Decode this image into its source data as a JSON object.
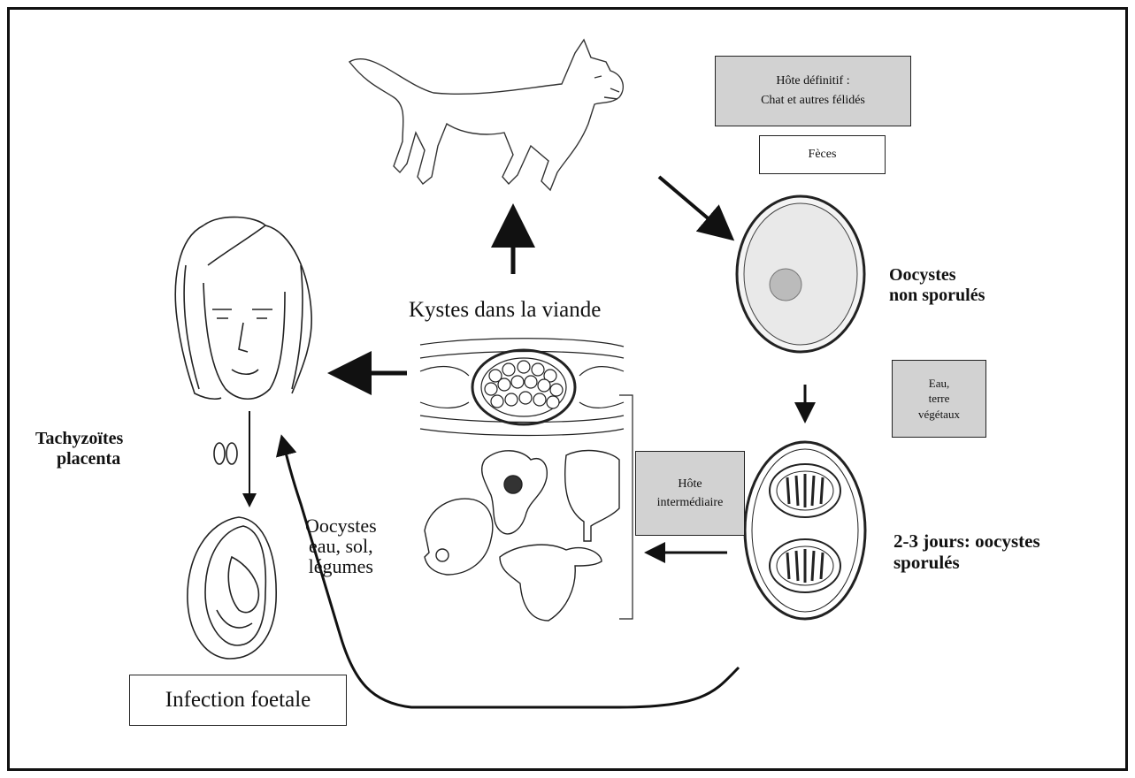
{
  "labels": {
    "hote_definitif": "Hôte définitif :",
    "chat_felides": "Chat et autres félidés",
    "feces": "Fèces",
    "oocystes_non_sporules_1": "Oocystes",
    "oocystes_non_sporules_2": "non sporulés",
    "eau": "Eau,",
    "terre": "terre",
    "vegetaux": "végétaux",
    "hote_intermediaire_1": "Hôte",
    "hote_intermediaire_2": "intermédiaire",
    "jours_sporules_1": "2-3 jours: oocystes",
    "jours_sporules_2": "sporulés",
    "kystes_viande": "Kystes dans la viande",
    "tachyzoites": "Tachyzoïtes",
    "placenta": "placenta",
    "oocystes_eau": "Oocystes",
    "eau_sol": "eau, sol,",
    "legumes": "légumes",
    "infection_foetale": "Infection foetale"
  },
  "colors": {
    "box_gray": "#d2d2d2",
    "line": "#111111"
  }
}
